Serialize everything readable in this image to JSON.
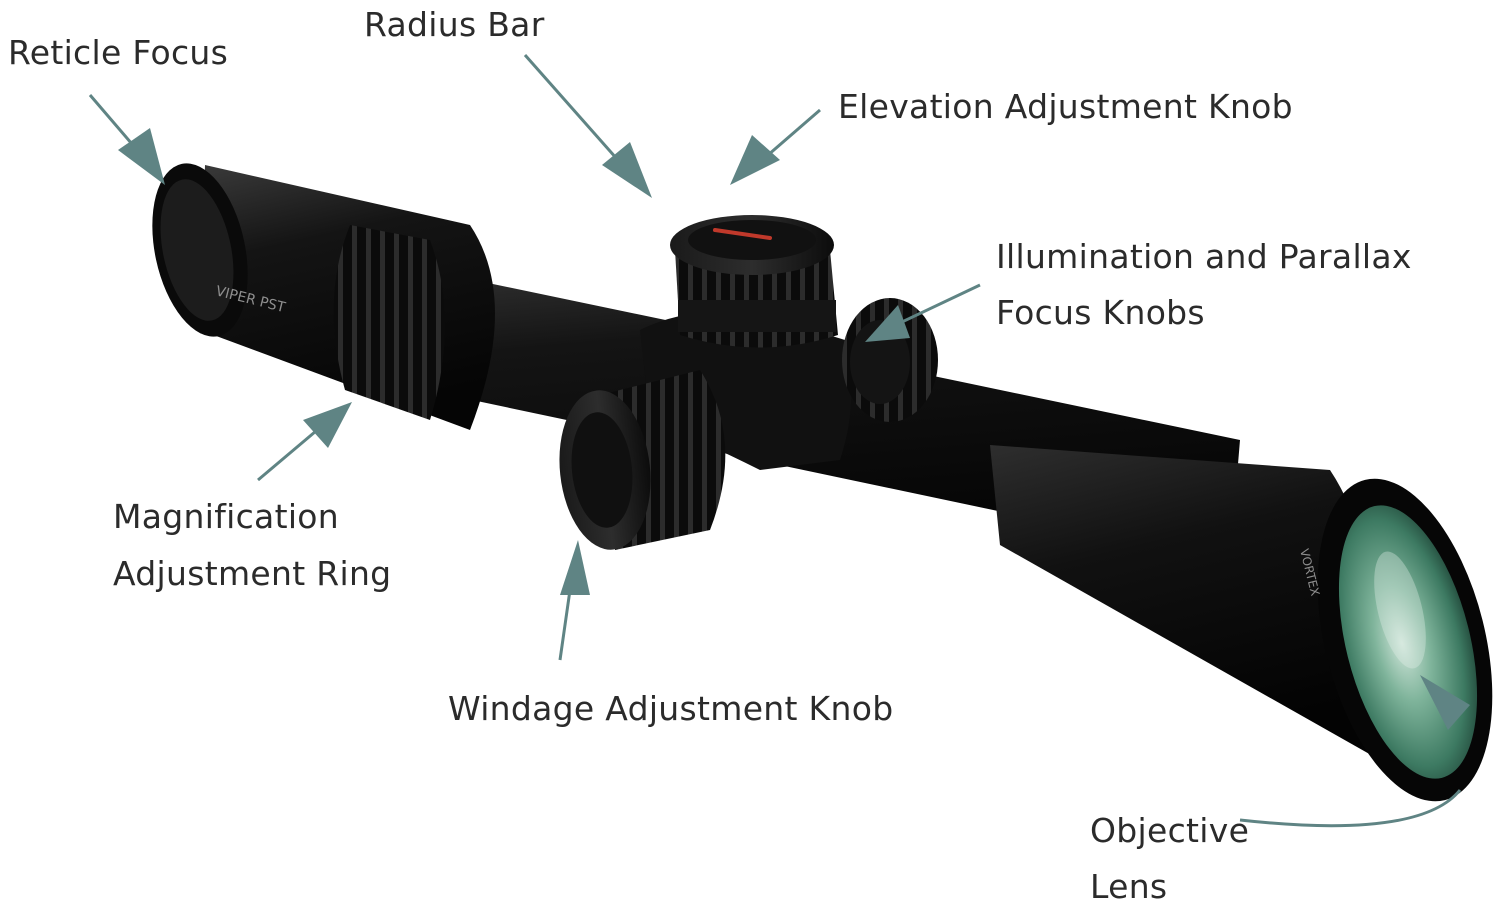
{
  "labels": {
    "reticle_focus": "Reticle Focus",
    "radius_bar": "Radius Bar",
    "elevation_knob": "Elevation Adjustment Knob",
    "illumination_line1": "Illumination and Parallax",
    "illumination_line2": "Focus Knobs",
    "magnification_line1": "Magnification",
    "magnification_line2": "Adjustment Ring",
    "windage_knob": "Windage Adjustment Knob",
    "objective_line1": "Objective",
    "objective_line2": "Lens"
  },
  "scope_markings": {
    "eyepiece_brand": "VIPER PST",
    "objective_brand": "VORTEX"
  },
  "colors": {
    "arrow": "#5f8484",
    "scope_body": "#0d0d0d",
    "lens": "#4f8f76",
    "text": "#2b2b2b"
  }
}
